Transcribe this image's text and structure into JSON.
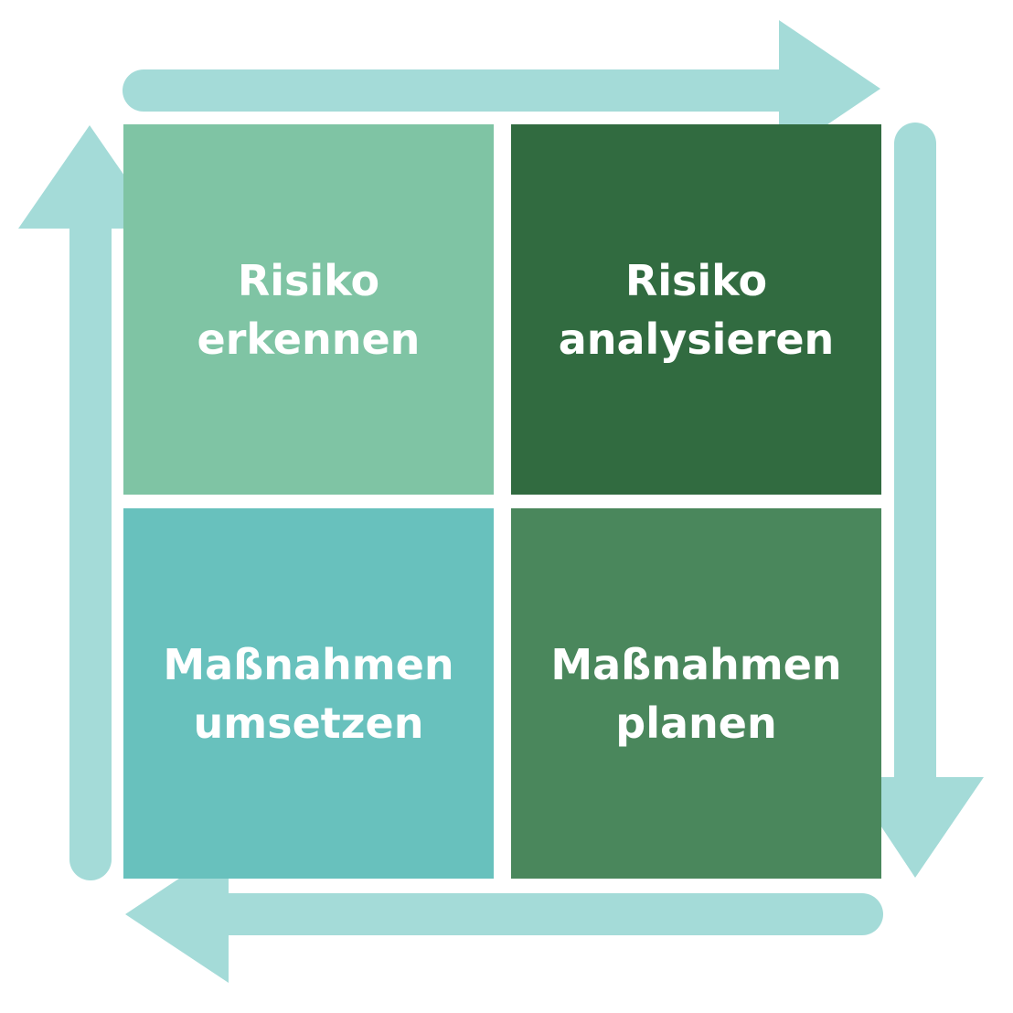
{
  "colors": {
    "arrow": "#a4dbd8",
    "top_left": "#7fc4a4",
    "top_right": "#316b40",
    "bottom_left": "#68c1bd",
    "bottom_right": "#4a875c",
    "text": "#ffffff"
  },
  "quadrants": {
    "top_left": {
      "line1": "Risiko",
      "line2": "erkennen"
    },
    "top_right": {
      "line1": "Risiko",
      "line2": "analysieren"
    },
    "bottom_right": {
      "line1": "Maßnahmen",
      "line2": "planen"
    },
    "bottom_left": {
      "line1": "Maßnahmen",
      "line2": "umsetzen"
    }
  },
  "cycle_direction": "clockwise"
}
